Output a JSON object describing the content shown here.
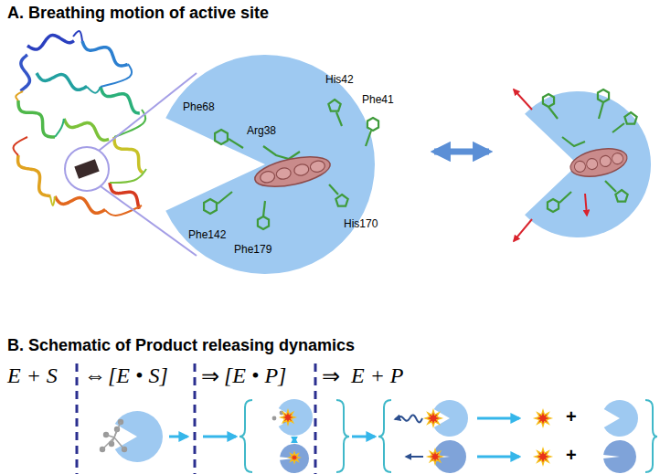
{
  "diagram": {
    "nodes": [
      {
        "text": [
          "His42",
          "Phe41",
          "Phe68",
          "Arg38",
          "Phe142",
          "Phe179",
          "His170"
        ]
      }
    ],
    "labels": [
      "A. Breathing motion of active site",
      "B. Schematic of Product releasing dynamics",
      "E + S",
      "⇔",
      "[E • S]",
      "⇒",
      "[E • P]",
      "⇒",
      "E + P",
      "+",
      "+"
    ]
  }
}
